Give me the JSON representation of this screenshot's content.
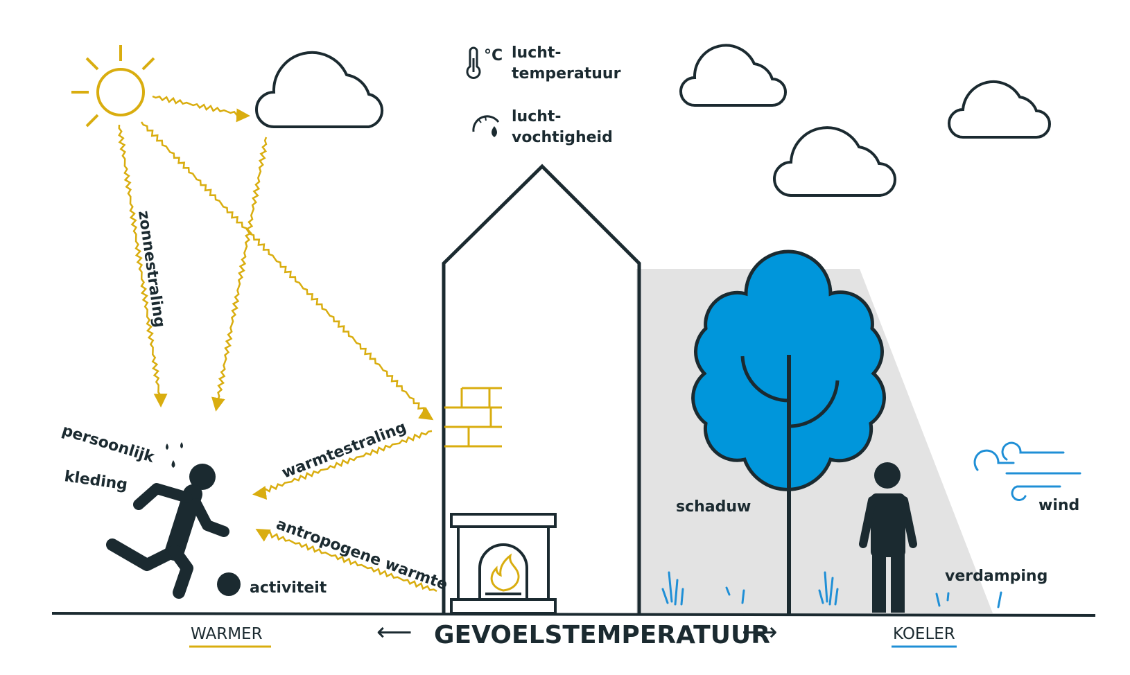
{
  "colors": {
    "ink": "#1b2a30",
    "warm": "#d9ad0f",
    "cool": "#1f8fd6",
    "tree": "#0096db",
    "shadow": "#e3e3e3"
  },
  "labels": {
    "air_temp_unit": "°C",
    "air_temp_line1": "lucht-",
    "air_temp_line2": "temperatuur",
    "humidity_line1": "lucht-",
    "humidity_line2": "vochtigheid",
    "solar": "zonnestraling",
    "personal": "persoonlijk",
    "clothing": "kleding",
    "activity": "activiteit",
    "heat_radiation": "warmtestraling",
    "anthropogenic": "antropogene warmte",
    "shade": "schaduw",
    "wind": "wind",
    "evaporation": "verdamping"
  },
  "scale": {
    "warmer": "WARMER",
    "title": "GEVOELSTEMPERATUUR",
    "cooler": "KOELER",
    "arrow_left": "⟵",
    "arrow_right": "⟶"
  },
  "icons": [
    "sun-icon",
    "cloud-icon",
    "thermometer-icon",
    "humidity-gauge-icon",
    "house-icon",
    "brick-wall-icon",
    "fireplace-icon",
    "tree-icon",
    "running-person-icon",
    "ball-icon",
    "standing-person-icon",
    "wind-icon",
    "grass-icon"
  ]
}
